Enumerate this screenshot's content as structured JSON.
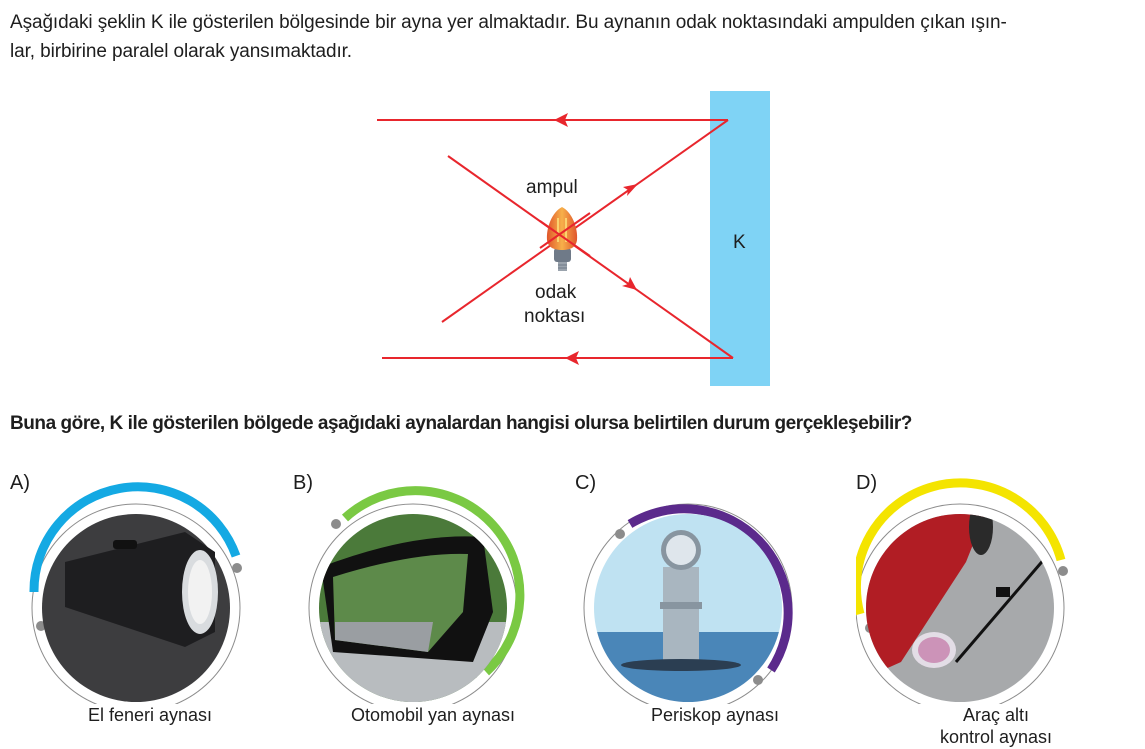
{
  "intro": {
    "line1": "Aşağıdaki şeklin K ile gösterilen bölgesinde bir ayna yer almaktadır. Bu aynanın odak noktasındaki ampulden çıkan ışın-",
    "line2": "lar, birbirine paralel olarak yansımaktadır."
  },
  "diagram": {
    "bulb_label": "ampul",
    "focal_label_line1": "odak",
    "focal_label_line2": "noktası",
    "mirror_label": "K",
    "mirror_color": "#7fd3f5",
    "ray_color": "#e8262d"
  },
  "question": "Buna göre, K ile gösterilen bölgede aşağıdaki aynalardan hangisi olursa belirtilen durum gerçekleşebilir?",
  "options": [
    {
      "letter": "A)",
      "caption_line1": "El feneri aynası",
      "caption_line2": "",
      "accent": "#14a9e3",
      "image": "flashlight"
    },
    {
      "letter": "B)",
      "caption_line1": "Otomobil yan aynası",
      "caption_line2": "",
      "accent": "#7ac943",
      "image": "car-side-mirror"
    },
    {
      "letter": "C)",
      "caption_line1": "Periskop aynası",
      "caption_line2": "",
      "accent": "#5b2a8c",
      "image": "periscope"
    },
    {
      "letter": "D)",
      "caption_line1": "Araç altı",
      "caption_line2": "kontrol aynası",
      "accent": "#f4e400",
      "image": "under-vehicle-mirror"
    }
  ]
}
